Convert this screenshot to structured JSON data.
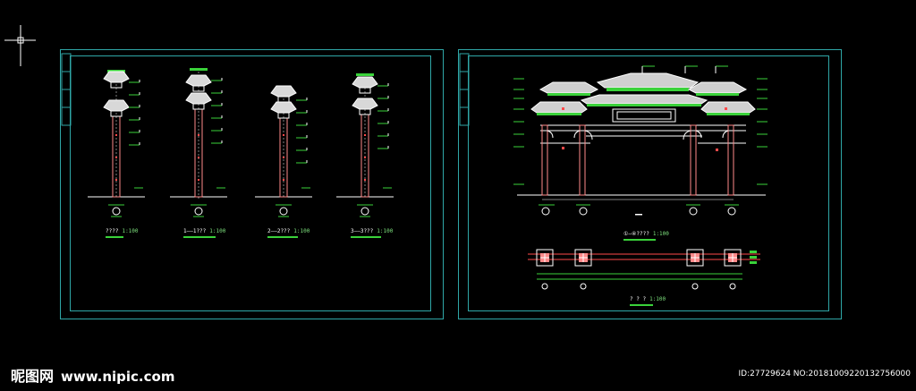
{
  "captions": {
    "c1": {
      "title": "????",
      "scale": "1:100"
    },
    "c2": {
      "title": "1——1???",
      "scale": "1:100"
    },
    "c3": {
      "title": "2——2???",
      "scale": "1:100"
    },
    "c4": {
      "title": "3——3???",
      "scale": "1:100"
    },
    "elev": {
      "title": "①—④????",
      "scale": "1:100"
    },
    "plan": {
      "title": "? ? ?",
      "scale": "1:100"
    }
  },
  "watermark": {
    "brand": "昵图网",
    "url": "www.nipic.com"
  },
  "image_id": "ID:27729624 NO:20181009220132756000",
  "colors": {
    "background": "#000000",
    "frame": "#2fa7a7",
    "line": "#ffffff",
    "accent": "#3ad23a",
    "pillar": "#ff8a8a"
  }
}
